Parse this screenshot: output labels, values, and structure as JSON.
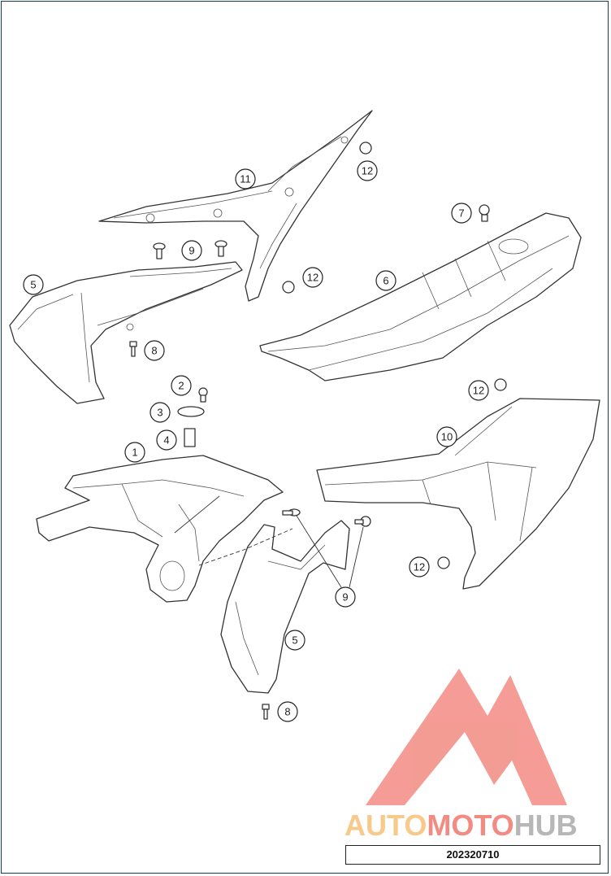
{
  "diagram": {
    "callouts": {
      "c1": "1",
      "c2": "2",
      "c3": "3",
      "c4": "4",
      "c5a": "5",
      "c5b": "5",
      "c6": "6",
      "c7": "7",
      "c8a": "8",
      "c8b": "8",
      "c9a": "9",
      "c9b": "9",
      "c10": "10",
      "c11": "11",
      "c12a": "12",
      "c12b": "12",
      "c12c": "12",
      "c12d": "12"
    }
  },
  "logo": {
    "part1": "AUTO",
    "part2": "MOTO",
    "part3": "HUB",
    "colors": {
      "auto": "#f7c98a",
      "moto": "#f28b82",
      "hub": "#b7b7b7",
      "mark": "#f28b82"
    }
  },
  "reference_number": "202320710"
}
